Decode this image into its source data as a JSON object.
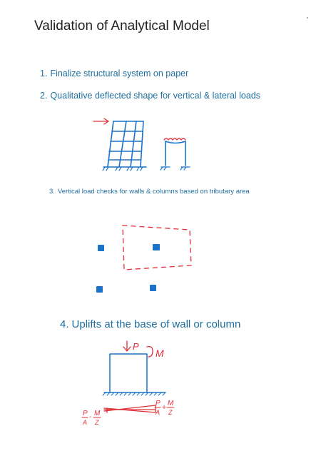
{
  "title": "Validation of Analytical Model",
  "items": [
    {
      "number": "1.",
      "text": "Finalize structural system on paper"
    },
    {
      "number": "2.",
      "text": "Qualitative deflected shape for vertical & lateral loads"
    },
    {
      "number": "3.",
      "text": "Vertical load checks for walls & columns based on tributary area"
    },
    {
      "number": "4.",
      "text": "Uplifts at the base of wall or column"
    }
  ],
  "sketches": {
    "uplift": {
      "load_label": "P",
      "moment_label": "M",
      "left_eq_p": "P",
      "left_eq_a": "A",
      "left_eq_op": "-",
      "left_eq_m": "M",
      "left_eq_z": "Z",
      "right_eq_p": "P",
      "right_eq_a": "A",
      "right_eq_op": "+",
      "right_eq_m": "M",
      "right_eq_z": "Z"
    }
  },
  "colors": {
    "text": "#1f6f9f",
    "sketch_blue": "#1a73c8",
    "sketch_red": "#e0303a"
  }
}
